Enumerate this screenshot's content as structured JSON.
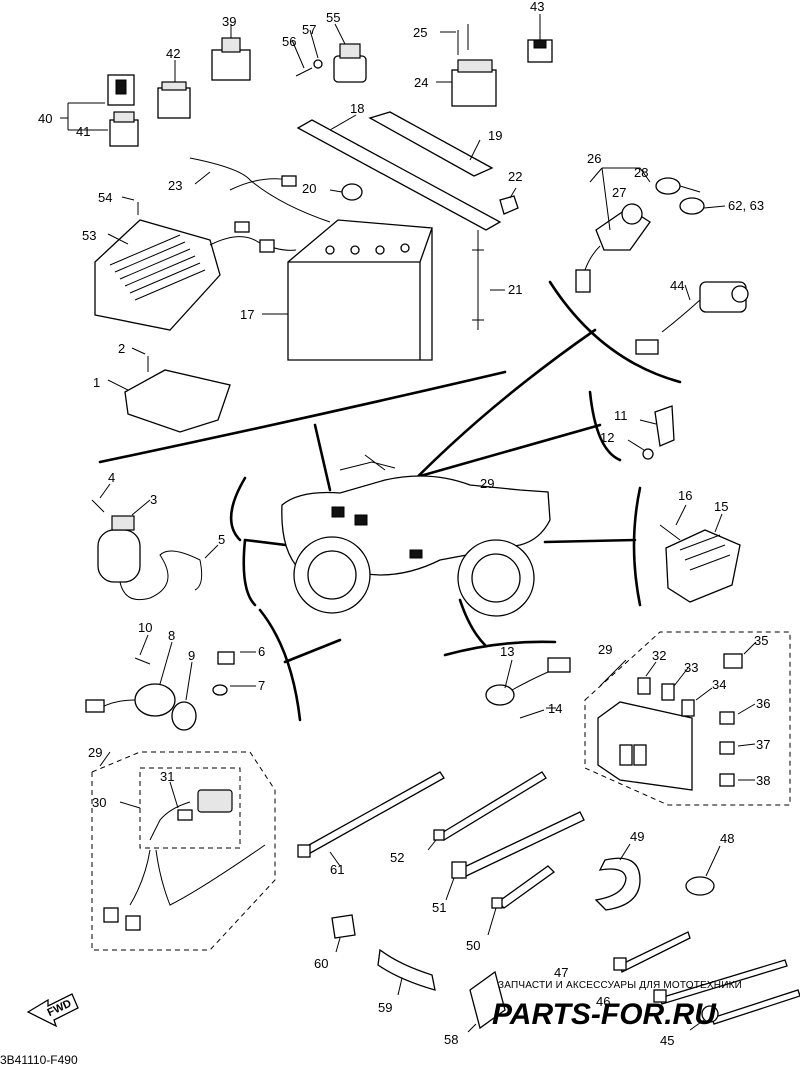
{
  "diagram": {
    "callouts": [
      {
        "id": "c1",
        "text": "1"
      },
      {
        "id": "c2",
        "text": "2"
      },
      {
        "id": "c3",
        "text": "3"
      },
      {
        "id": "c4",
        "text": "4"
      },
      {
        "id": "c5",
        "text": "5"
      },
      {
        "id": "c6",
        "text": "6"
      },
      {
        "id": "c7",
        "text": "7"
      },
      {
        "id": "c8",
        "text": "8"
      },
      {
        "id": "c9",
        "text": "9"
      },
      {
        "id": "c10",
        "text": "10"
      },
      {
        "id": "c11",
        "text": "11"
      },
      {
        "id": "c12",
        "text": "12"
      },
      {
        "id": "c13",
        "text": "13"
      },
      {
        "id": "c14",
        "text": "14"
      },
      {
        "id": "c15",
        "text": "15"
      },
      {
        "id": "c16",
        "text": "16"
      },
      {
        "id": "c17",
        "text": "17"
      },
      {
        "id": "c18",
        "text": "18"
      },
      {
        "id": "c19",
        "text": "19"
      },
      {
        "id": "c20",
        "text": "20"
      },
      {
        "id": "c21",
        "text": "21"
      },
      {
        "id": "c22",
        "text": "22"
      },
      {
        "id": "c23",
        "text": "23"
      },
      {
        "id": "c24",
        "text": "24"
      },
      {
        "id": "c25",
        "text": "25"
      },
      {
        "id": "c26",
        "text": "26"
      },
      {
        "id": "c27",
        "text": "27"
      },
      {
        "id": "c28",
        "text": "28"
      },
      {
        "id": "c29a",
        "text": "29"
      },
      {
        "id": "c29b",
        "text": "29"
      },
      {
        "id": "c29c",
        "text": "29"
      },
      {
        "id": "c30",
        "text": "30"
      },
      {
        "id": "c31",
        "text": "31"
      },
      {
        "id": "c32",
        "text": "32"
      },
      {
        "id": "c33",
        "text": "33"
      },
      {
        "id": "c34",
        "text": "34"
      },
      {
        "id": "c35",
        "text": "35"
      },
      {
        "id": "c36",
        "text": "36"
      },
      {
        "id": "c37",
        "text": "37"
      },
      {
        "id": "c38",
        "text": "38"
      },
      {
        "id": "c39",
        "text": "39"
      },
      {
        "id": "c40",
        "text": "40"
      },
      {
        "id": "c41",
        "text": "41"
      },
      {
        "id": "c42",
        "text": "42"
      },
      {
        "id": "c43",
        "text": "43"
      },
      {
        "id": "c44",
        "text": "44"
      },
      {
        "id": "c45",
        "text": "45"
      },
      {
        "id": "c46",
        "text": "46"
      },
      {
        "id": "c47",
        "text": "47"
      },
      {
        "id": "c48",
        "text": "48"
      },
      {
        "id": "c49",
        "text": "49"
      },
      {
        "id": "c50",
        "text": "50"
      },
      {
        "id": "c51",
        "text": "51"
      },
      {
        "id": "c52",
        "text": "52"
      },
      {
        "id": "c53",
        "text": "53"
      },
      {
        "id": "c54",
        "text": "54"
      },
      {
        "id": "c55",
        "text": "55"
      },
      {
        "id": "c56",
        "text": "56"
      },
      {
        "id": "c57",
        "text": "57"
      },
      {
        "id": "c58",
        "text": "58"
      },
      {
        "id": "c59",
        "text": "59"
      },
      {
        "id": "c60",
        "text": "60"
      },
      {
        "id": "c61",
        "text": "61"
      },
      {
        "id": "c6263",
        "text": "62, 63"
      }
    ],
    "fwd_label": "FWD",
    "drawing_code": "3B41110-F490",
    "watermark_text": "ЗАПЧАСТИ И АКСЕССУАРЫ ДЛЯ МОТОТЕХНИКИ",
    "watermark_logo": "PARTS-FOR.RU"
  }
}
